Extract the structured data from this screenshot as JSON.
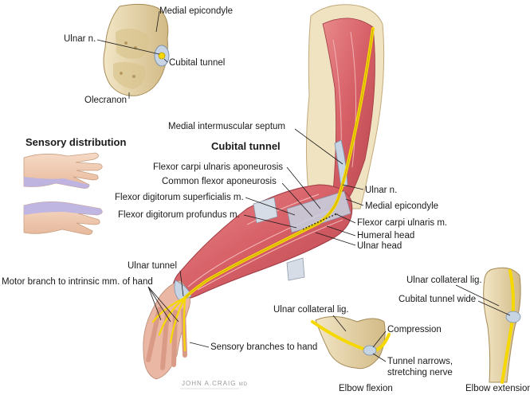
{
  "headings": {
    "sensory_distribution": "Sensory distribution",
    "cubital_tunnel": "Cubital tunnel"
  },
  "labels": {
    "medial_epicondyle_top": "Medial epicondyle",
    "ulnar_n_top": "Ulnar n.",
    "cubital_tunnel_top": "Cubital tunnel",
    "olecranon": "Olecranon",
    "medial_intermuscular_septum": "Medial intermuscular septum",
    "fcu_aponeurosis": "Flexor carpi ulnaris aponeurosis",
    "common_flexor_aponeurosis": "Common flexor aponeurosis",
    "fds": "Flexor digitorum superficialis m.",
    "fdp": "Flexor digitorum profundus m.",
    "ulnar_n_main": "Ulnar n.",
    "medial_epicondyle_main": "Medial epicondyle",
    "fcu_muscle": "Flexor carpi ulnaris m.",
    "humeral_head": "Humeral head",
    "ulnar_head": "Ulnar head",
    "ulnar_tunnel": "Ulnar tunnel",
    "motor_branch": "Motor branch to intrinsic mm. of hand",
    "sensory_branches": "Sensory branches to hand",
    "ucl_flexion": "Ulnar collateral lig.",
    "compression": "Compression",
    "tunnel_narrows": "Tunnel narrows,",
    "stretching_nerve": "stretching nerve",
    "elbow_flexion": "Elbow flexion",
    "ucl_extension": "Ulnar collateral lig.",
    "cubital_tunnel_wide": "Cubital tunnel wide",
    "elbow_extension": "Elbow extension"
  },
  "signature": "JOHN A.CRAIG",
  "signature_suffix": "MD",
  "colors": {
    "bone": "#ead9b0",
    "bone_shade": "#c9b07a",
    "muscle": "#d9646a",
    "muscle_light": "#e89a98",
    "nerve": "#f5d800",
    "skin": "#f3cfb6",
    "sensory": "#b9b2e6",
    "ligament": "#c7d4e3"
  }
}
